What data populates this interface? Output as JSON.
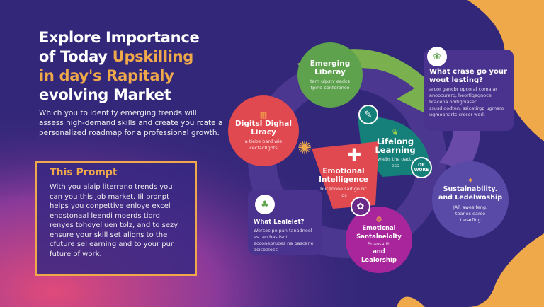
{
  "header": {
    "title_line1": "Explore  Importance",
    "title_line2a": "of Today ",
    "title_line2b": "Upskilling",
    "title_line3": "in day's Rapitaly",
    "title_line4": "evolving Market",
    "intro": "Which you to identify emerging trends will assess high-demand skills and create you rcate a personalized roadmap for a professional growth."
  },
  "prompt_box": {
    "title": "This Prompt",
    "body": "With you alaip literrano trends you can you this job market. Iil pronpt helps you conpettive enloye excel enostonaal leendi moerds tiord renyes tohoyeliuen tolz, and to sezy ensure your skill set aligns to the cfuture sel earning and to your pur future of work."
  },
  "nodes": {
    "emerging": {
      "title": "Emerging Liberay",
      "sub": "tam ulpstv eadcs tpine conferonce"
    },
    "digital": {
      "title": "Digitsl Dighal Liracy",
      "sub": "a tiebe bard wie cectacfights"
    },
    "emotional": {
      "title": "Emotional Intelligence",
      "sub": "bucenone saitigo ric los"
    },
    "lifelong": {
      "title": "Lifelong Learning",
      "sub": "wiebs the oactt ess"
    },
    "sustain": {
      "title": "Sustainability. and Ledelwoship",
      "sub": "JAR awes feng, toanes earce Lerarfing"
    },
    "emo_lead": {
      "title": "Emoticnal Santalnelolty",
      "sub": "Enansaith",
      "title2": "and Lealorship"
    }
  },
  "cards": {
    "top": {
      "title": "What crase go your wout lesting?",
      "body": "arcor gancbr opcoral comalar anoocuraro, heorfiqegnoce bracepa ooitigoiaser ssusdloodten, ssicatirgp ugmaro ugmoanarts croscr worl."
    },
    "bottom": {
      "title": "What Lealelet?",
      "body": "Wersocipe pan tanadnoel es tan bas fsot ecconepruces na pascanel acicbalocc"
    }
  },
  "badges": {
    "more": "OR WORE"
  },
  "colors": {
    "bg": "#33277a",
    "orange": "#f0a94a",
    "green": "#5fa24e",
    "red": "#e0494f",
    "teal": "#15807a",
    "magenta": "#a8259b",
    "violet": "#5a4aa8"
  }
}
